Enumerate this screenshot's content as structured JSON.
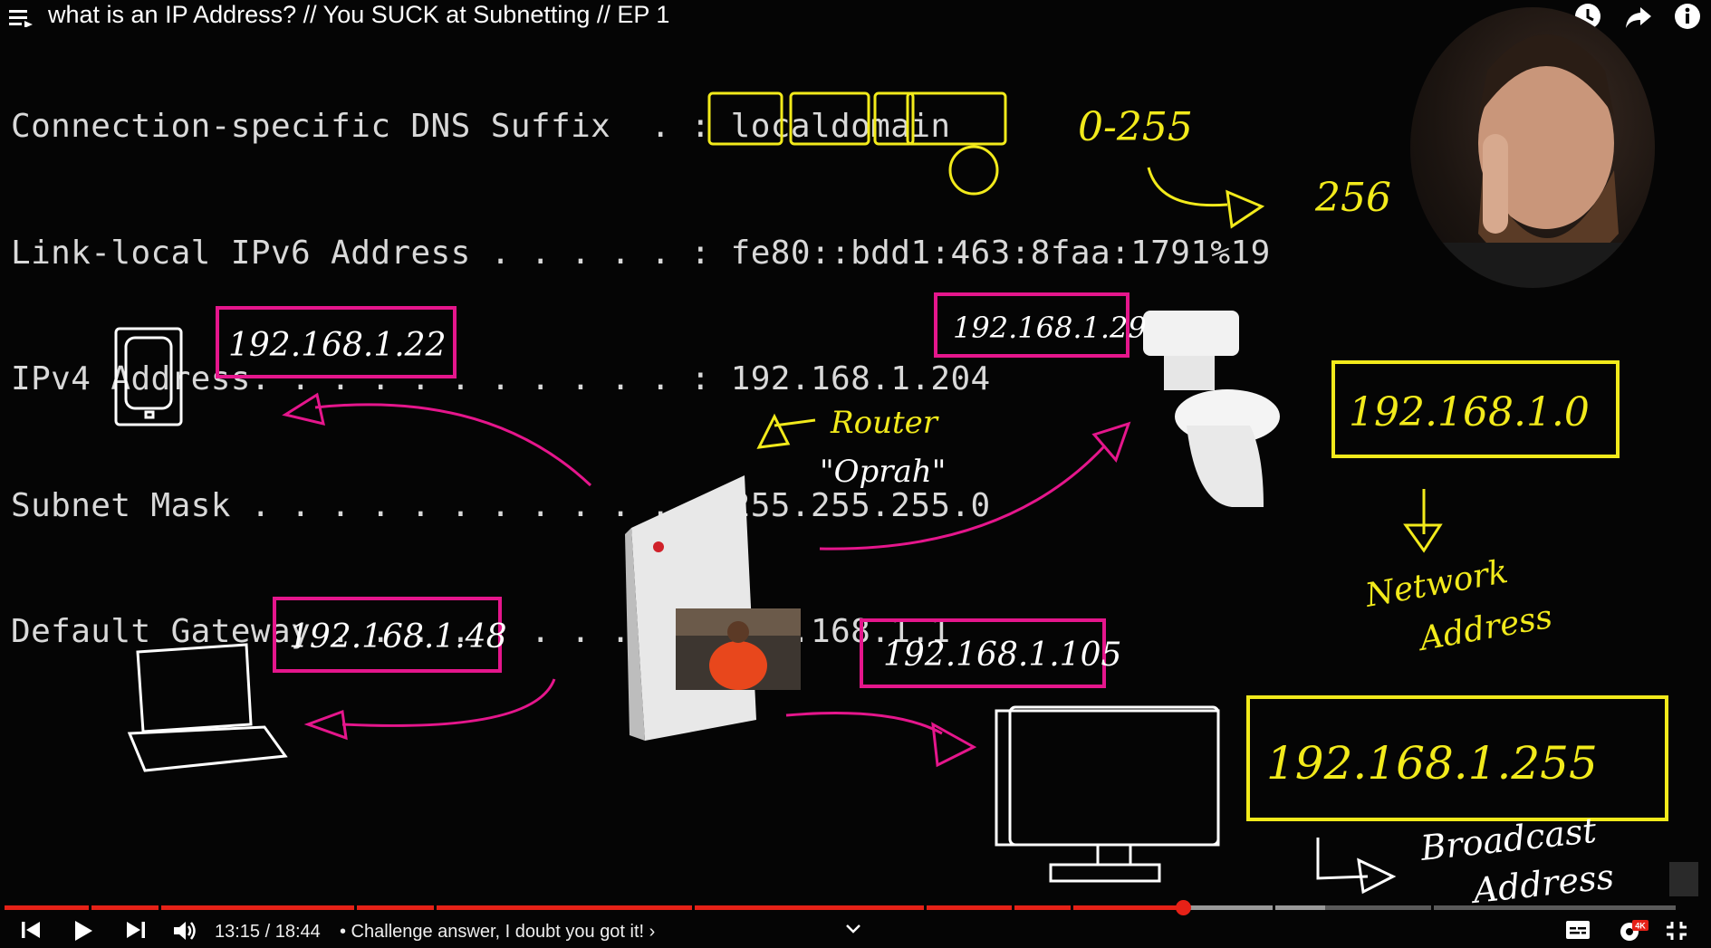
{
  "header": {
    "title": "what is an IP Address? // You SUCK at Subnetting // EP 1",
    "icons": [
      "menu-icon",
      "watch-later-icon",
      "share-icon",
      "info-icon"
    ]
  },
  "terminal": {
    "lines": [
      "Connection-specific DNS Suffix  . : localdomain",
      "Link-local IPv6 Address . . . . . : fe80::bdd1:463:8faa:1791%19",
      "IPv4 Address. . . . . . . . . . . : 192.168.1.204",
      "Subnet Mask . . . . . . . . . . . : 255.255.255.0",
      "Default Gateway . . . . . . . . . : 192.168.1.1"
    ]
  },
  "annotations": {
    "range": "0-255",
    "count": "256",
    "router_label": "Router",
    "router_nickname": "\"Oprah\"",
    "tablet_ip": "192.168.1.22",
    "toilet_ip": "192.168.1.29",
    "laptop_ip": "192.168.1.48",
    "monitor_ip": "192.168.1.105",
    "network_address": "192.168.1.0",
    "network_label_1": "Network",
    "network_label_2": "Address",
    "broadcast_address": "192.168.1.255",
    "broadcast_label_1": "Broadcast",
    "broadcast_label_2": "Address"
  },
  "colors": {
    "pink": "#e5168c",
    "yellow": "#f2ea1b",
    "white": "#ffffff",
    "progress_red": "#e62117"
  },
  "player": {
    "time": "13:15 / 18:44",
    "chapter": "• Challenge answer, I doubt you got it! ›",
    "progress_fraction": 0.705,
    "buffered_fraction": 0.79,
    "quality_badge": "4K",
    "icons": [
      "previous-icon",
      "play-icon",
      "next-icon",
      "volume-icon",
      "chevron-down-icon",
      "captions-icon",
      "settings-icon",
      "exit-fullscreen-icon"
    ]
  }
}
